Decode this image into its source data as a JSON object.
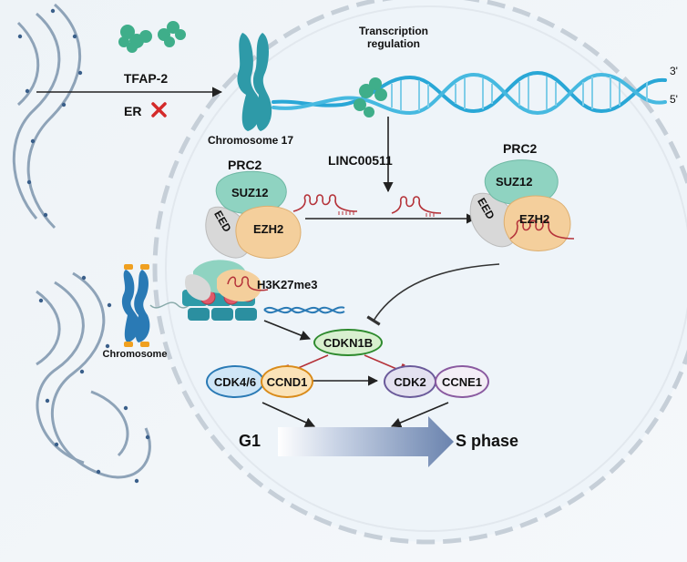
{
  "labels": {
    "tfap2": "TFAP-2",
    "er": "ER",
    "chromosome17": "Chromosome 17",
    "transcription_regulation": "Transcription\nregulation",
    "three_prime": "3'",
    "five_prime": "5'",
    "linc": "LINC00511",
    "prc2_left": "PRC2",
    "prc2_right": "PRC2",
    "suz12_left": "SUZ12",
    "suz12_right": "SUZ12",
    "eed_left": "EED",
    "eed_right": "EED",
    "ezh2_left": "EZH2",
    "ezh2_right": "EZH2",
    "h3k27me3": "H3K27me3",
    "chromosome": "Chromosome",
    "cdkn1b": "CDKN1B",
    "cdk46": "CDK4/6",
    "ccnd1": "CCND1",
    "cdk2": "CDK2",
    "ccne1": "CCNE1",
    "g1": "G1",
    "s_phase": "S phase"
  },
  "colors": {
    "protein_green": "#3fae8a",
    "chromosome_teal": "#2e9aa8",
    "dna_blue": "#29a7d6",
    "rna_red": "#b5333a",
    "suz12": "#8fd3c1",
    "ezh2": "#f4cf9c",
    "eed": "#d8d8d8",
    "cdkn1b_fill": "#d8f0cf",
    "cdkn1b_border": "#2e8a2e",
    "cdk46_fill": "#cfe6f7",
    "cdk46_border": "#2a7ab5",
    "ccnd1_fill": "#fbe3b8",
    "ccnd1_border": "#d98b1a",
    "cdk2_fill": "#e3e1f0",
    "cdk2_border": "#6a5a9a",
    "ccne1_fill": "#f3eef6",
    "ccne1_border": "#8a5aa0",
    "phase_arrow": "#6f86ad",
    "er_x": "#d42a2a",
    "nucleus_dash": "#c6cfd8",
    "er_membrane": "#8ea3b8"
  }
}
